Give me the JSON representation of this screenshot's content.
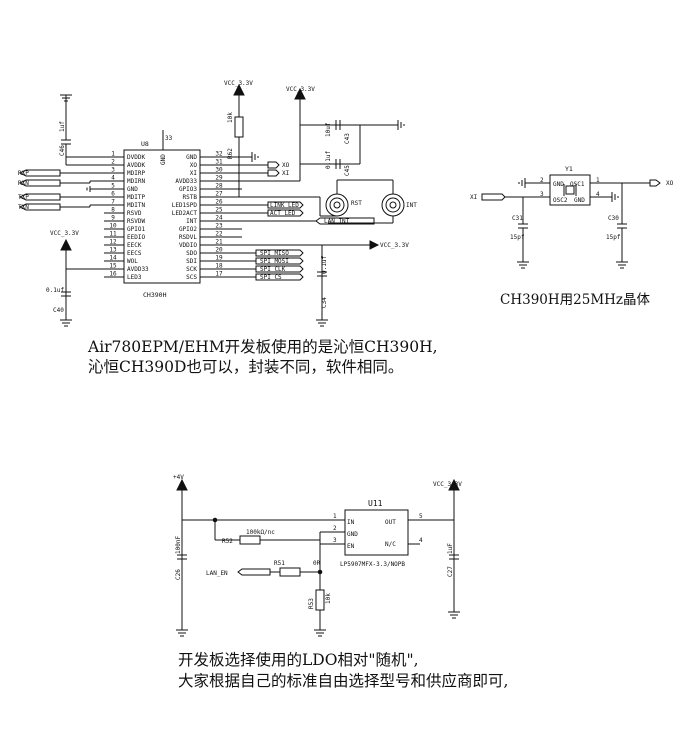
{
  "schematic_top": {
    "chip_ref": "U8",
    "chip_name": "CH390H",
    "pins_left": [
      {
        "num": "1",
        "name": "DVDDK"
      },
      {
        "num": "2",
        "name": "AVDDK"
      },
      {
        "num": "3",
        "name": "MDIRP"
      },
      {
        "num": "4",
        "name": "MDIRN"
      },
      {
        "num": "5",
        "name": "GND"
      },
      {
        "num": "6",
        "name": "MDITP"
      },
      {
        "num": "7",
        "name": "MDITN"
      },
      {
        "num": "8",
        "name": "RSVD"
      },
      {
        "num": "9",
        "name": "RSVDW"
      },
      {
        "num": "10",
        "name": "GPIO1"
      },
      {
        "num": "11",
        "name": "EEDIO"
      },
      {
        "num": "12",
        "name": "EECK"
      },
      {
        "num": "13",
        "name": "EECS"
      },
      {
        "num": "14",
        "name": "WOL"
      },
      {
        "num": "15",
        "name": "AVDD33"
      },
      {
        "num": "16",
        "name": "LED3"
      }
    ],
    "pins_right": [
      {
        "num": "32",
        "name": "GND"
      },
      {
        "num": "31",
        "name": "XO"
      },
      {
        "num": "30",
        "name": "XI"
      },
      {
        "num": "29",
        "name": "AVDD33"
      },
      {
        "num": "28",
        "name": "GPIO3"
      },
      {
        "num": "27",
        "name": "RSTB"
      },
      {
        "num": "26",
        "name": "LED1SPD"
      },
      {
        "num": "25",
        "name": "LED2ACT"
      },
      {
        "num": "24",
        "name": "INT"
      },
      {
        "num": "23",
        "name": "GPIO2"
      },
      {
        "num": "22",
        "name": "RSDVL"
      },
      {
        "num": "21",
        "name": "VDDIO"
      },
      {
        "num": "20",
        "name": "SDO"
      },
      {
        "num": "19",
        "name": "SDI"
      },
      {
        "num": "18",
        "name": "SCK"
      },
      {
        "num": "17",
        "name": "SCS"
      }
    ],
    "top_pin_num": "33",
    "top_pin_name": "GND",
    "left_nets": [
      "RXP",
      "RXN",
      "TXP",
      "TXN"
    ],
    "right_nets": [
      "XO",
      "XI",
      "LINK_LED",
      "ACT_LED",
      "LAN_INT",
      "VCC_3.3V",
      "SPI_MISO",
      "SPI_MOSI",
      "SPI_CLK",
      "SPI_CS"
    ],
    "vcc": "VCC_3.3V",
    "r62": "R62",
    "r62_val": "10k",
    "c46": "C46",
    "c46_val": "1uf",
    "c43": "C43",
    "c43_val": "10uf",
    "c45": "C45",
    "c45_val": "0.1uf",
    "c40": "C40",
    "c40_val": "0.1uf",
    "c34": "C34",
    "c34_val": "0.1uf",
    "rst": "RST",
    "int": "INT"
  },
  "crystal": {
    "ref": "Y1",
    "pins": [
      "2",
      "1",
      "3",
      "4"
    ],
    "pin_names": [
      "GND",
      "OSC1",
      "OSC2",
      "GND"
    ],
    "xi": "XI",
    "xo": "XO",
    "c31": "C31",
    "c31_val": "15pf",
    "c30": "C30",
    "c30_val": "15pf",
    "caption": "CH390H用25MHz晶体"
  },
  "caption_top": [
    "Air780EPM/EHM开发板使用的是沁恒CH390H,",
    "沁恒CH390D也可以，封装不同，软件相同。"
  ],
  "ldo": {
    "ref": "U11",
    "part": "LP5907MFX-3.3/NOPB",
    "pins_left": [
      {
        "num": "1",
        "name": "IN"
      },
      {
        "num": "2",
        "name": "GND"
      },
      {
        "num": "3",
        "name": "EN"
      }
    ],
    "pins_right": [
      {
        "num": "5",
        "name": "OUT"
      },
      {
        "num": "4",
        "name": "N/C"
      }
    ],
    "vin": "+4V",
    "vout": "VCC_3.3V",
    "c26": "C26",
    "c26_val": "100nF",
    "r52": "R52",
    "r52_val": "100kΩ/nc",
    "r51": "R51",
    "r51_val": "0R",
    "r53": "R53",
    "r53_val": "10k",
    "c27": "C27",
    "c27_val": "1uF",
    "lan_en": "LAN_EN"
  },
  "caption_bottom": [
    "开发板选择使用的LDO相对\"随机\",",
    "大家根据自己的标准自由选择型号和供应商即可,"
  ]
}
